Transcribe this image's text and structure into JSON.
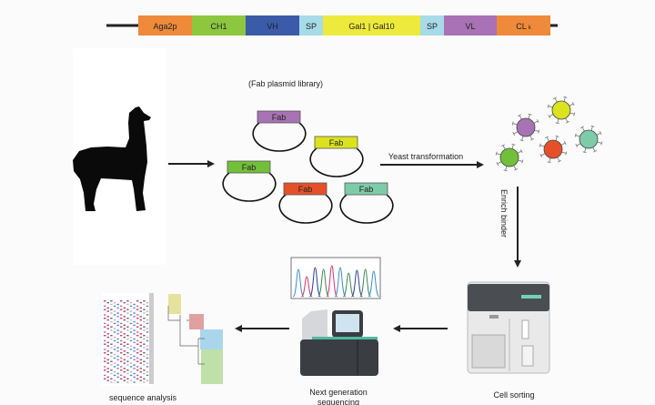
{
  "construct": {
    "segments": [
      {
        "label": "Aga2p",
        "color": "#ee8a3a"
      },
      {
        "label": "CH1",
        "color": "#8dc63f"
      },
      {
        "label": "VH",
        "color": "#3b5aa8"
      },
      {
        "label": "SP",
        "color": "#a8dbe8"
      },
      {
        "label": "Gal1 | Gal10",
        "color": "#eeea3c"
      },
      {
        "label": "SP",
        "color": "#a8dbe8"
      },
      {
        "label": "VL",
        "color": "#a872b5"
      },
      {
        "label": "CL",
        "sub": "k",
        "color": "#ee8a3a"
      }
    ]
  },
  "library": {
    "caption": "(Fab plasmid  library)",
    "plasmids": [
      {
        "label": "Fab",
        "color": "#a872b5"
      },
      {
        "label": "Fab",
        "color": "#dbe21e"
      },
      {
        "label": "Fab",
        "color": "#72bf3a"
      },
      {
        "label": "Fab",
        "color": "#e5502a"
      },
      {
        "label": "Fab",
        "color": "#7ecba8"
      }
    ]
  },
  "steps": {
    "yeast_transformation": "Yeast transformation",
    "enrich_binder": "Enrich binder",
    "cell_sorting": "Cell sorting",
    "ngs_line1": "Next generation",
    "ngs_line2": "sequencing",
    "sequence_analysis": "sequence  analysis"
  },
  "cells": [
    {
      "color": "#a872b5"
    },
    {
      "color": "#dbe21e"
    },
    {
      "color": "#72bf3a"
    },
    {
      "color": "#e5502a"
    },
    {
      "color": "#7ecba8"
    }
  ],
  "chromatogram_colors": [
    "#3b8fd9",
    "#e0336b",
    "#2a3f9c",
    "#3a8a52"
  ]
}
